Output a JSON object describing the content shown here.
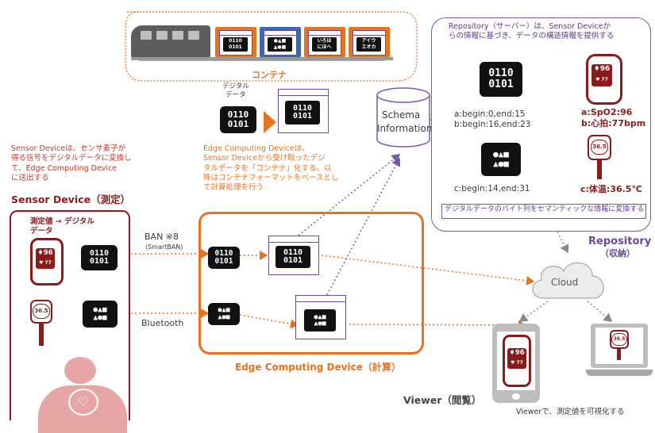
{
  "train": {
    "containers": [
      {
        "text": "0110\n0101",
        "color": "#e8731f"
      },
      {
        "text": "●▲■\n▲●■",
        "color": "#3a66b5"
      },
      {
        "text": "いろは\nにほへ",
        "color": "#e8731f"
      },
      {
        "text": "アイウ\nエオカ",
        "color": "#e8731f"
      }
    ],
    "caption": "コンテナ"
  },
  "digital_data_caption": "デジタル\nデータ",
  "binary": "0110\n0101",
  "symbols": "●▲■\n▲●■",
  "edge_description": "Edge Computing Deviceは、\nSensor Deviceから受け取ったデジ\nタルデータを「コンテナ」化する。以\n降はコンテナフォーマットをベースとし\nて計算処理を行う",
  "sensor_description": "Sensor Deviceは、センサ素子が\n得る信号をデジタルデータに変換し\nて、Edge Computing Device\nに送出する",
  "sensor_title": "Sensor Device（測定）",
  "sensor_box_header": "測定値 → デジタル\nデータ",
  "ban_label": "BAN ※8",
  "smartban_label": "(SmartBAN)",
  "bluetooth_label": "Bluetooth",
  "edge_title": "Edge Computing Device（計算）",
  "schema": {
    "line1": "Schema",
    "line2": "Information"
  },
  "repository": {
    "description": "Repository（サーバー）は、Sensor Deviceか\nらの情報に基づき、データの構造情報を提供する",
    "ranges_a": "a:begin:0,end:15",
    "ranges_b": "b:begin:16,end:23",
    "ranges_c": "c:begin:14,end:31",
    "result_a": "a:SpO2:96",
    "result_b": "b:心拍:77bpm",
    "result_c": "c:体温:36.5℃",
    "conversion_note": "デジタルデータのバイト列をセマンティックな情報に変換する",
    "title": "Repository",
    "subtitle": "（収納）"
  },
  "cloud_label": "Cloud",
  "viewer_title": "Viewer（閲覧）",
  "viewer_caption": "Viewerで、測定値を可視化する",
  "oximeter": {
    "spo2": "96",
    "pulse": "77"
  },
  "thermometer": "36.5",
  "colors": {
    "orange": "#e8731f",
    "purple": "#7a5aa8",
    "dark_red": "#8b1a1a",
    "pink": "#e7a6a6"
  }
}
